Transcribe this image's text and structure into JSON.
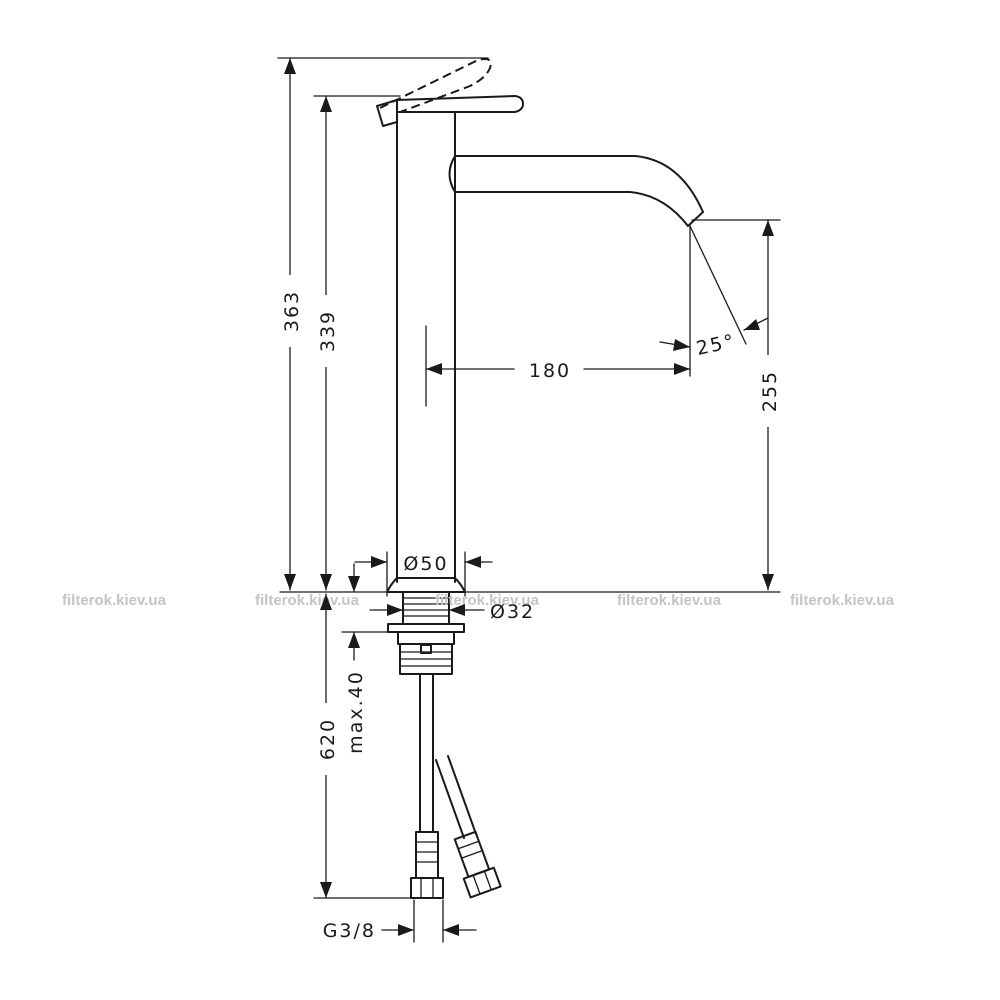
{
  "dimensions": {
    "total_height": "363",
    "body_height": "339",
    "spout_reach": "180",
    "outlet_height": "255",
    "spout_angle": "25°",
    "base_diameter": "Ø50",
    "thread_diameter": "Ø32",
    "max_counter_thickness": "max.40",
    "hose_length": "620",
    "connection": "G3/8"
  },
  "watermarks": [
    "filterok.kiev.ua",
    "filterok.kiev.ua",
    "filterok.kiev.ua",
    "filterok.kiev.ua"
  ]
}
